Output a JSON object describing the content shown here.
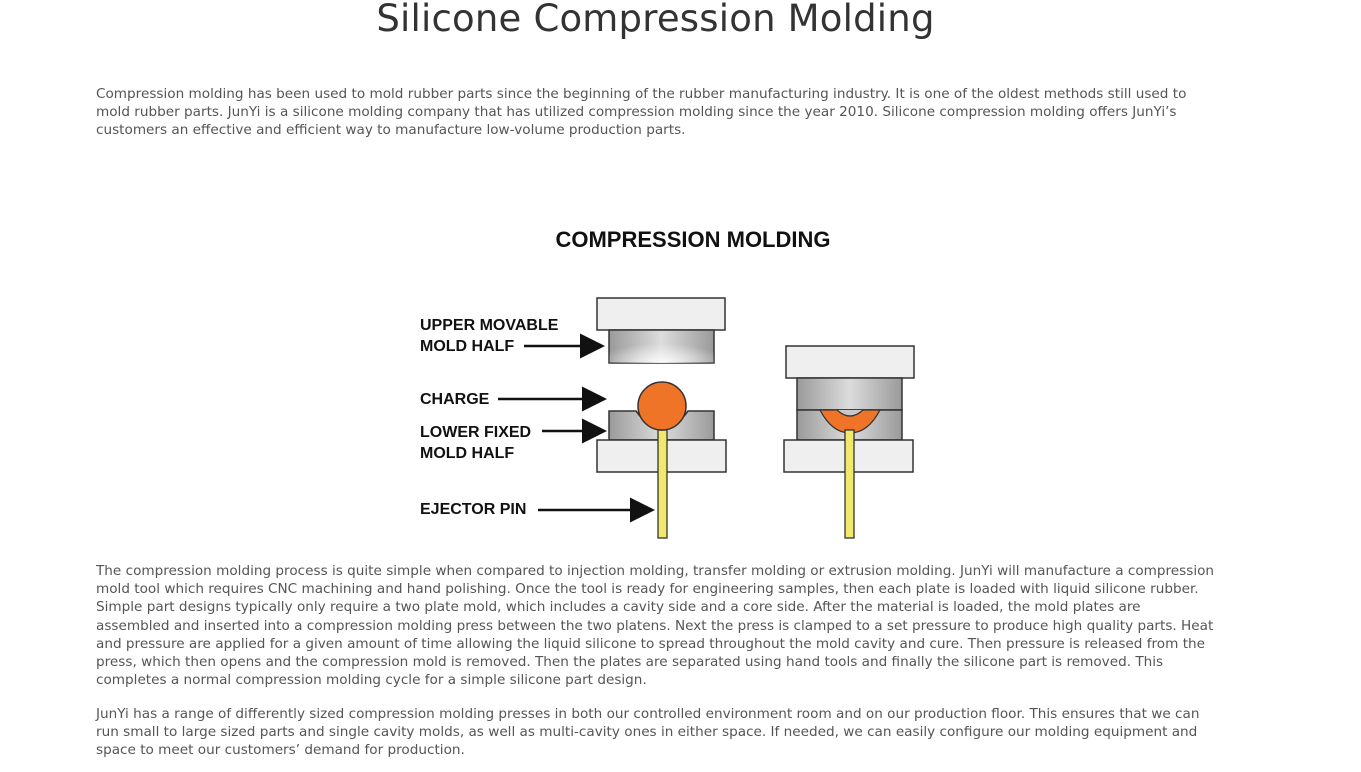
{
  "page": {
    "title": "Silicone Compression Molding"
  },
  "intro": {
    "text": "Compression molding has been used to mold rubber parts since the beginning of the rubber manufacturing industry. It is one of the oldest methods still used to mold rubber parts. JunYi is a silicone molding company that has utilized compression molding since the year 2010. Silicone compression molding offers JunYi’s customers an effective and efficient way to manufacture low-volume production parts."
  },
  "diagram": {
    "title": "COMPRESSION MOLDING",
    "labels": {
      "upper_line1": "UPPER MOVABLE",
      "upper_line2": "MOLD HALF",
      "charge": "CHARGE",
      "lower_line1": "LOWER FIXED",
      "lower_line2": "MOLD HALF",
      "ejector": "EJECTOR PIN"
    },
    "colors": {
      "charge": "#f07427",
      "ejector_pin": "#f2e86b",
      "mold_gray": "#b9b9b9",
      "platen": "#efefef"
    }
  },
  "process": {
    "text": "The compression molding process is quite simple when compared to injection molding, transfer molding or extrusion molding. JunYi will manufacture a compression mold tool which requires CNC machining and hand polishing. Once the tool is ready for engineering samples, then each plate is loaded with liquid silicone rubber. Simple part designs typically only require a two plate mold, which includes a cavity side and a core side. After the material is loaded, the mold plates are assembled and inserted into a compression molding press between the two platens. Next the press is clamped to a set pressure to produce high quality parts. Heat and pressure are applied for a given amount of time allowing the liquid silicone to spread throughout the mold cavity and cure. Then pressure is released from the press, which then opens and the compression mold is removed. Then the plates are separated using hand tools and finally the silicone part is removed. This completes a normal compression molding cycle for a simple silicone part design."
  },
  "presses": {
    "text": "JunYi has a range of differently sized compression molding presses in both our controlled environment room and on our production floor. This ensures that we can run small to large sized parts and single cavity molds, as well as multi-cavity ones in either space. If needed, we can easily configure our molding equipment and space to meet our customers’ demand for production."
  }
}
